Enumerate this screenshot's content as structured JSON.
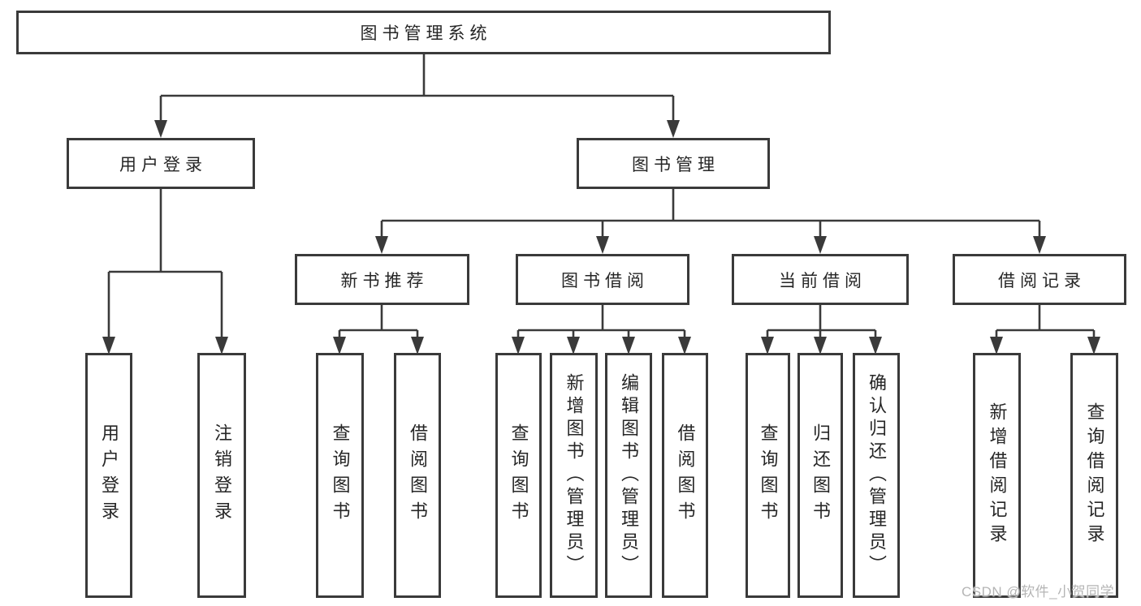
{
  "diagram": {
    "root": "图书管理系统",
    "level2": [
      "用户登录",
      "图书管理"
    ],
    "level3": [
      "新书推荐",
      "图书借阅",
      "当前借阅",
      "借阅记录"
    ],
    "leaves": {
      "login": [
        "用户登录",
        "注销登录"
      ],
      "newbook": [
        "查询图书",
        "借阅图书"
      ],
      "borrow": [
        "查询图书",
        "新增图书（管理员）",
        "编辑图书（管理员）",
        "借阅图书"
      ],
      "current": [
        "查询图书",
        "归还图书",
        "确认归还（管理员）"
      ],
      "records": [
        "新增借阅记录",
        "查询借阅记录"
      ]
    }
  },
  "watermark": "CSDN @软件_小贺同学",
  "colors": {
    "line": "#3a3a3a",
    "text": "#262626",
    "watermark": "#b5b5b5",
    "background": "#ffffff"
  }
}
